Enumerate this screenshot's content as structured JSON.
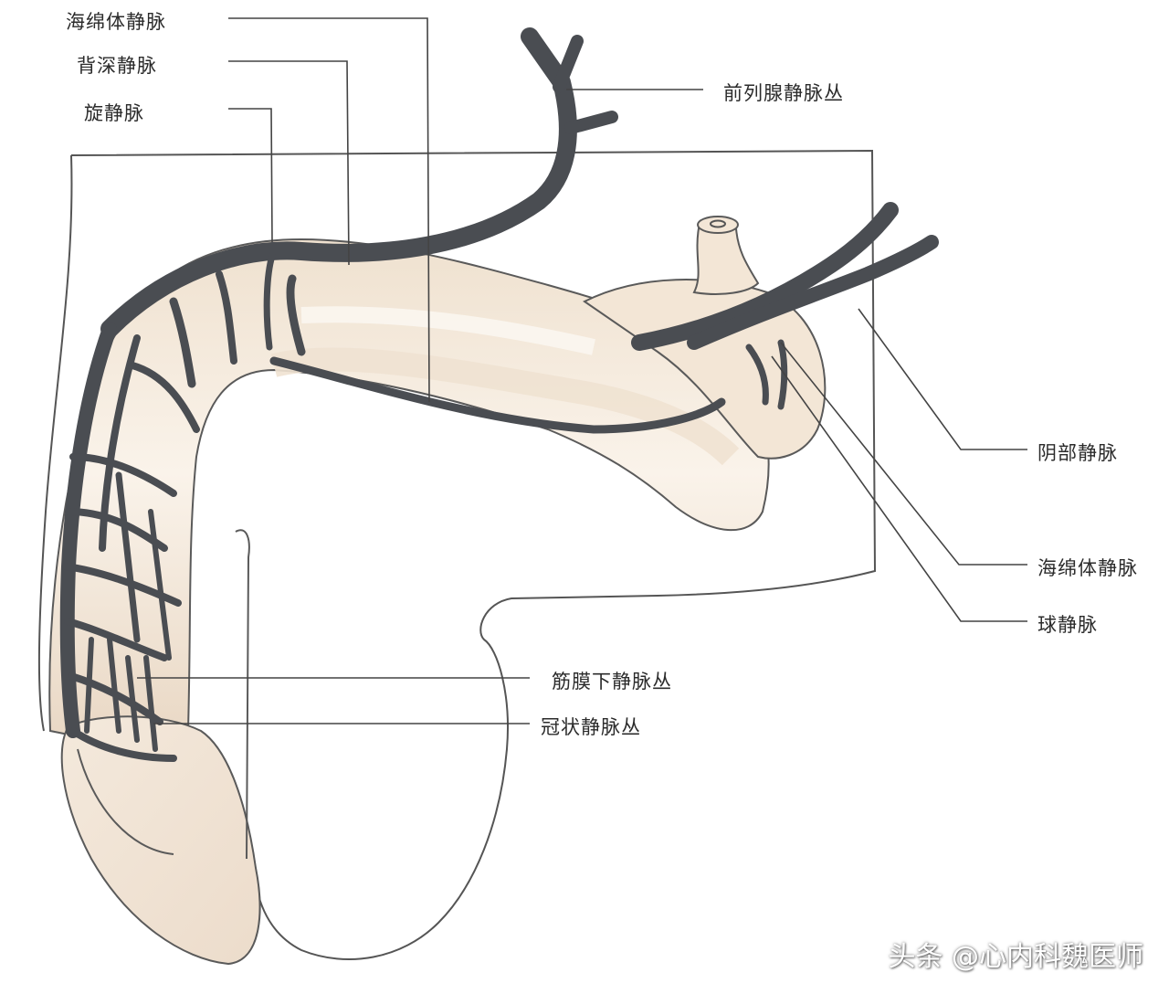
{
  "labels": {
    "cavernous_vein_top": "海绵体静脉",
    "deep_dorsal_vein": "背深静脉",
    "circumflex_vein": "旋静脉",
    "prostatic_plexus": "前列腺静脉丛",
    "pudendal_vein": "阴部静脉",
    "cavernous_vein_right": "海绵体静脉",
    "bulbar_vein": "球静脉",
    "subfascial_plexus": "筋膜下静脉丛",
    "coronal_plexus": "冠状静脉丛"
  },
  "watermark": "头条 @心内科魏医师",
  "colors": {
    "vein": "#4a4d52",
    "vein_dark": "#2f3236",
    "tissue": "#f6ecdf",
    "tissue_shade": "#ead9c6",
    "outline": "#5a5a5a",
    "leader": "#444444"
  }
}
